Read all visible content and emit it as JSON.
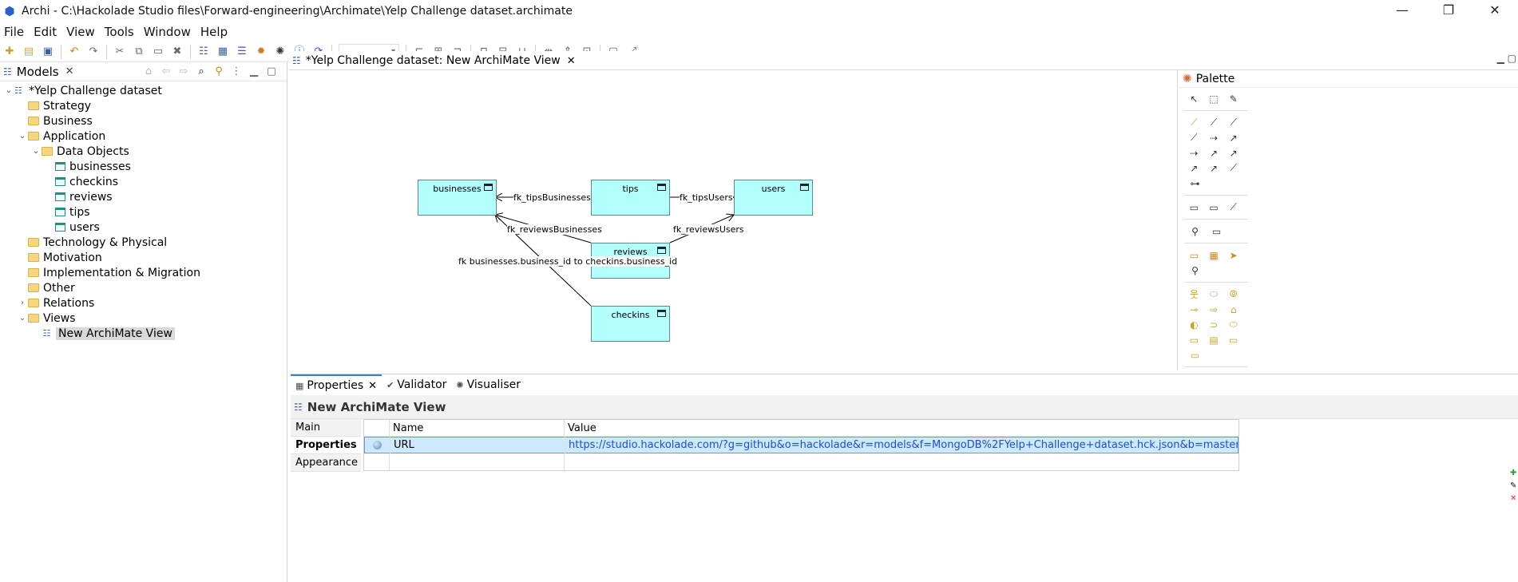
{
  "window": {
    "title": "Archi - C:\\Hackolade Studio files\\Forward-engineering\\Archimate\\Yelp Challenge dataset.archimate",
    "controls": [
      "—",
      "❐",
      "✕"
    ]
  },
  "menu": [
    "File",
    "Edit",
    "View",
    "Tools",
    "Window",
    "Help"
  ],
  "models_panel": {
    "tab_label": "Models",
    "tree": [
      {
        "label": "*Yelp Challenge dataset",
        "level": 0,
        "twisty": "⌄",
        "icon": "model"
      },
      {
        "label": "Strategy",
        "level": 1,
        "twisty": "",
        "icon": "folder"
      },
      {
        "label": "Business",
        "level": 1,
        "twisty": "",
        "icon": "folder"
      },
      {
        "label": "Application",
        "level": 1,
        "twisty": "⌄",
        "icon": "folder"
      },
      {
        "label": "Data Objects",
        "level": 2,
        "twisty": "⌄",
        "icon": "folder"
      },
      {
        "label": "businesses",
        "level": 3,
        "twisty": "",
        "icon": "table"
      },
      {
        "label": "checkins",
        "level": 3,
        "twisty": "",
        "icon": "table"
      },
      {
        "label": "reviews",
        "level": 3,
        "twisty": "",
        "icon": "table"
      },
      {
        "label": "tips",
        "level": 3,
        "twisty": "",
        "icon": "table"
      },
      {
        "label": "users",
        "level": 3,
        "twisty": "",
        "icon": "table"
      },
      {
        "label": "Technology & Physical",
        "level": 1,
        "twisty": "",
        "icon": "folder"
      },
      {
        "label": "Motivation",
        "level": 1,
        "twisty": "",
        "icon": "folder"
      },
      {
        "label": "Implementation & Migration",
        "level": 1,
        "twisty": "",
        "icon": "folder"
      },
      {
        "label": "Other",
        "level": 1,
        "twisty": "",
        "icon": "folder"
      },
      {
        "label": "Relations",
        "level": 1,
        "twisty": "›",
        "icon": "folder"
      },
      {
        "label": "Views",
        "level": 1,
        "twisty": "⌄",
        "icon": "folder"
      },
      {
        "label": "New ArchiMate View",
        "level": 2,
        "twisty": "",
        "icon": "view",
        "selected": true
      }
    ]
  },
  "editor": {
    "tab_label": "*Yelp Challenge dataset: New ArchiMate View"
  },
  "diagram": {
    "elements": {
      "businesses": "businesses",
      "tips": "tips",
      "users": "users",
      "reviews": "reviews",
      "checkins": "checkins"
    },
    "relations": {
      "tips_businesses": "fk_tipsBusinesses",
      "tips_users": "fk_tipsUsers",
      "reviews_businesses": "fk_reviewsBusinesses",
      "reviews_users": "fk_reviewsUsers",
      "checkins_businesses": "fk businesses.business_id to checkins.business_id"
    },
    "element_color": "#b2fffe"
  },
  "palette": {
    "title": "Palette"
  },
  "properties": {
    "tabs": [
      "Properties",
      "Validator",
      "Visualiser"
    ],
    "title": "New ArchiMate View",
    "side_tabs": [
      "Main",
      "Properties",
      "Appearance"
    ],
    "table": {
      "headers": [
        "Name",
        "Value"
      ],
      "rows": [
        {
          "name": "URL",
          "value": "https://studio.hackolade.com/?g=github&o=hackolade&r=models&f=MongoDB%2FYelp+Challenge+dataset.hck.json&b=master"
        }
      ]
    }
  }
}
